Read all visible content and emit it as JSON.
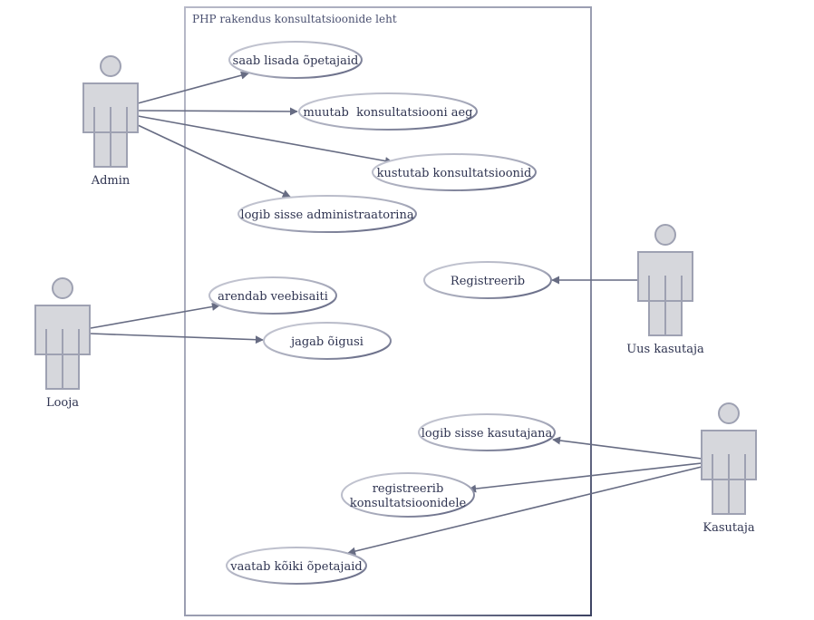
{
  "system": {
    "title": "PHP rakendus konsultatsioonide leht"
  },
  "actors": {
    "admin": "Admin",
    "looja": "Looja",
    "uus_kasutaja": "Uus kasutaja",
    "kasutaja": "Kasutaja"
  },
  "use_cases": {
    "saab_lisada": "saab lisada õpetajaid",
    "muutab": "muutab  konsultatsiooni aeg",
    "kustutab": "kustutab konsultatsioonid",
    "logib_admin": "logib sisse administraatorina",
    "arendab": "arendab veebisaiti",
    "jagab": "jagab õigusi",
    "registreerib": "Registreerib",
    "logib_kasutaja": "logib sisse kasutajana",
    "registreerib_kons_line1": "registreerib",
    "registreerib_kons_line2": "konsultatsioonidele",
    "vaatab": "vaatab kõiki õpetajaid"
  },
  "colors": {
    "boundary": "#a9abbd",
    "ellipse": "#b7b9c6",
    "ellipse_shadow": "#5a5f78",
    "line": "#676c83",
    "actor_fill": "#d6d7dc",
    "actor_stroke": "#9ea1b2"
  }
}
